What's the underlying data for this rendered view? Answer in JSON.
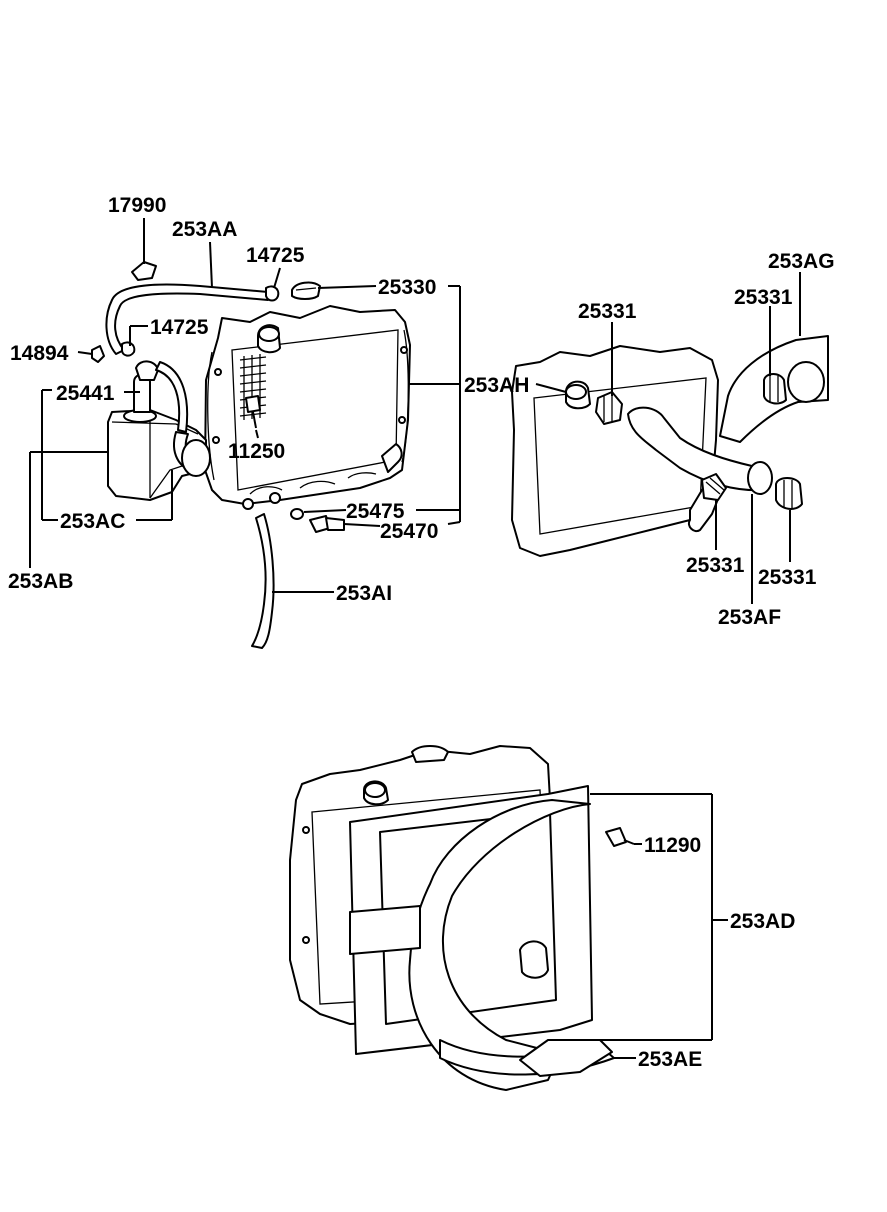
{
  "labels": {
    "p17990": "17990",
    "p253AA": "253AA",
    "p14725_top": "14725",
    "p25330": "25330",
    "p14725_mid": "14725",
    "p14894": "14894",
    "p25441": "25441",
    "p11250": "11250",
    "p253AH": "253AH",
    "p253AC": "253AC",
    "p253AB": "253AB",
    "p25475": "25475",
    "p25470": "25470",
    "p253AI": "253AI",
    "p25331_a": "25331",
    "p253AG": "253AG",
    "p25331_b": "25331",
    "p25331_c": "25331",
    "p25331_d": "25331",
    "p253AF": "253AF",
    "p11290": "11290",
    "p253AD": "253AD",
    "p253AE": "253AE"
  }
}
